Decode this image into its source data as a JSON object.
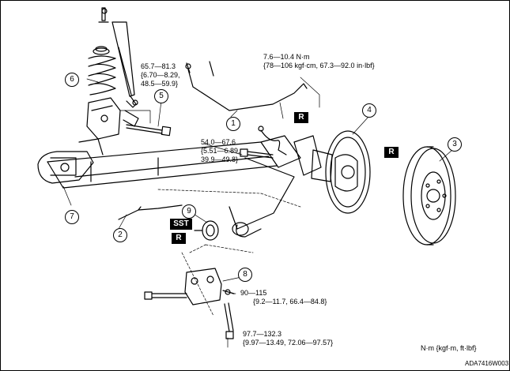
{
  "callouts": {
    "c1": "1",
    "c2": "2",
    "c3": "3",
    "c4": "4",
    "c5": "5",
    "c6": "6",
    "c7": "7",
    "c8": "8",
    "c9": "9"
  },
  "tags": {
    "r": "R",
    "sst": "SST"
  },
  "torques": {
    "t1": [
      "65.7—81.3",
      "{6.70—8.29,",
      "48.5—59.9}"
    ],
    "t2": [
      "7.6—10.4 N·m",
      "{78—106 kgf·cm, 67.3—92.0 in·lbf}"
    ],
    "t3": [
      "54.0—67.6",
      "{5.51—6.89,",
      "39.9—49.8}"
    ],
    "t4": [
      "90—115",
      "{9.2—11.7, 66.4—84.8}"
    ],
    "t5": [
      "97.7—132.3",
      "{9.97—13.49, 72.06—97.57}"
    ]
  },
  "units_legend": "N·m {kgf·m, ft·lbf}",
  "figure_code": "ADA7416W003"
}
